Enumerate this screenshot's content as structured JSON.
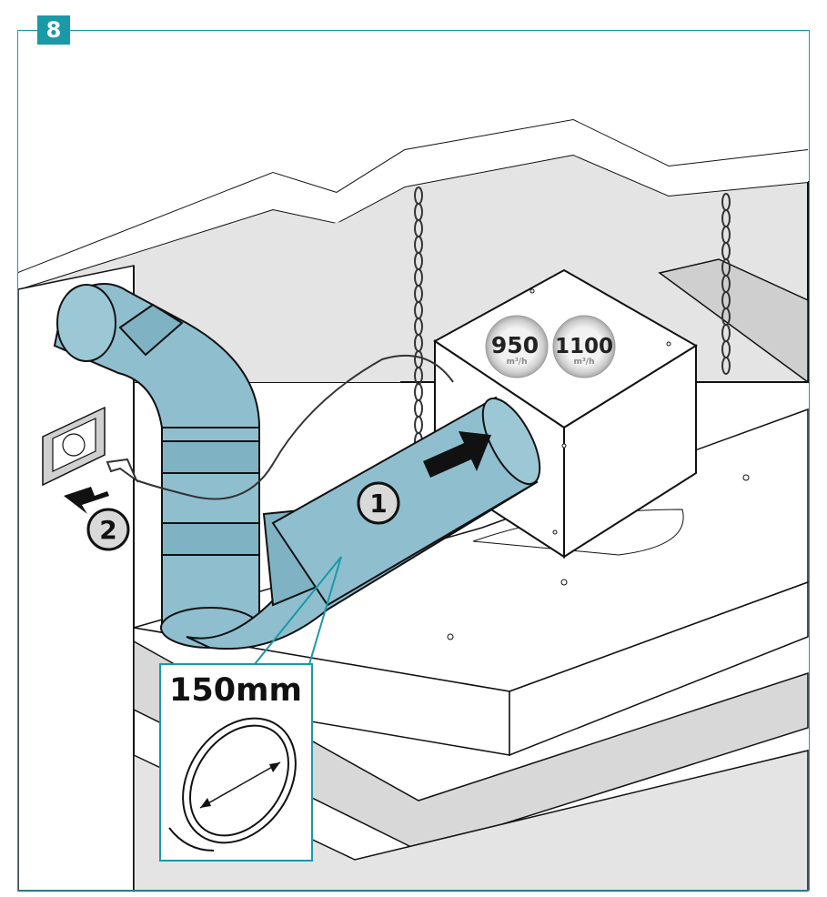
{
  "step": {
    "number": "8"
  },
  "labels": {
    "callout_1": "1",
    "callout_2": "2",
    "duct_diameter": "150mm"
  },
  "airflow_badges": [
    {
      "value": "950",
      "unit": "m³/h"
    },
    {
      "value": "1100",
      "unit": "m³/h"
    }
  ],
  "colors": {
    "accent": "#1a99a6",
    "duct": "#8fbfcf",
    "duct_shade": "#6ea5b8",
    "wall": "#e4e4e4",
    "floor": "#d8d8d8"
  }
}
